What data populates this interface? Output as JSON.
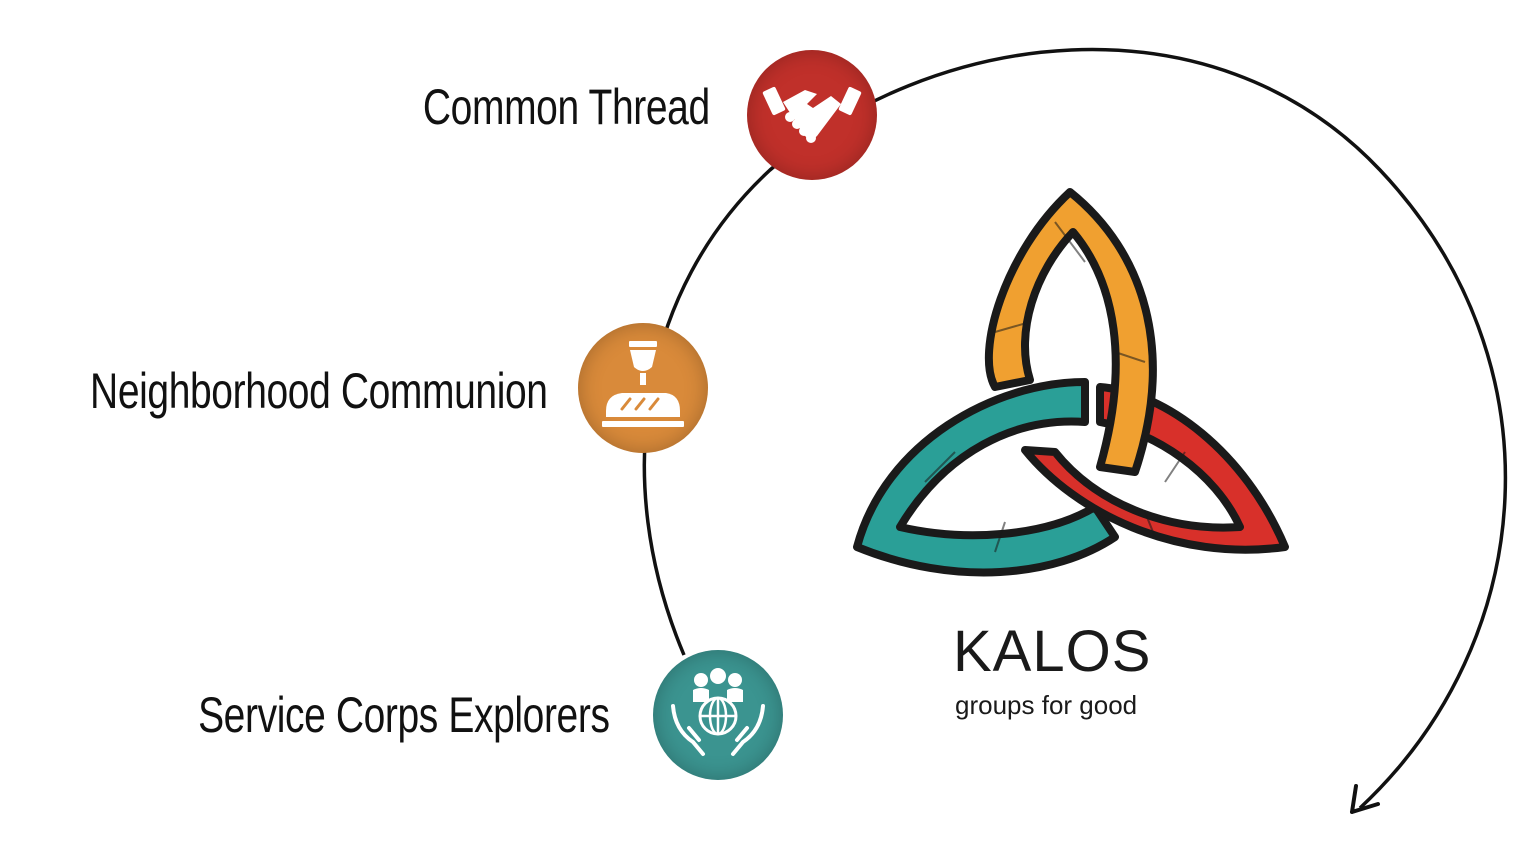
{
  "programs": [
    {
      "label": "Common Thread",
      "icon": "handshake-icon",
      "color": "#c0302a"
    },
    {
      "label": "Neighborhood Communion",
      "icon": "chalice-bread-icon",
      "color": "#d98a3a"
    },
    {
      "label": "Service Corps Explorers",
      "icon": "hands-globe-people-icon",
      "color": "#3b9490"
    }
  ],
  "brand": {
    "name": "KALOS",
    "tagline": "groups for good",
    "colors": {
      "orange": "#f0a030",
      "teal": "#2a9f97",
      "red": "#d8302a"
    }
  }
}
